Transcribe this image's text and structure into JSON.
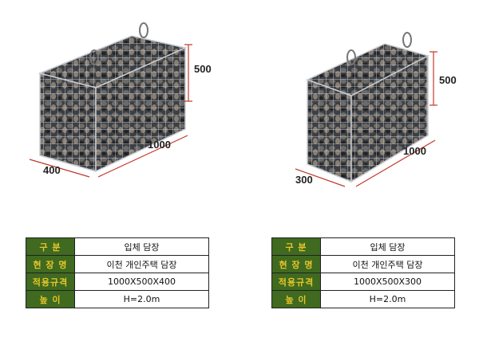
{
  "products": [
    {
      "dims": {
        "height": "500",
        "length": "1000",
        "width": "400"
      },
      "spec_rows": [
        {
          "label": "구  분",
          "value": "입체 담장"
        },
        {
          "label": "현 장 명",
          "value": "이천 개인주택 담장"
        },
        {
          "label": "적용규격",
          "value": "1000X500X400"
        },
        {
          "label": "높  이",
          "value": "H=2.0m"
        }
      ]
    },
    {
      "dims": {
        "height": "500",
        "length": "1000",
        "width": "300"
      },
      "spec_rows": [
        {
          "label": "구  분",
          "value": "입체 담장"
        },
        {
          "label": "현 장 명",
          "value": "이천 개인주택 담장"
        },
        {
          "label": "적용규격",
          "value": "1000X500X300"
        },
        {
          "label": "높  이",
          "value": "H=2.0m"
        }
      ]
    }
  ],
  "colors": {
    "label_bg": "#3f6a1f",
    "label_text": "#e8c52a",
    "dimension_line": "#c0392b",
    "mesh": "#9aa3ad"
  },
  "icons": [
    "gabion-basket-image"
  ]
}
